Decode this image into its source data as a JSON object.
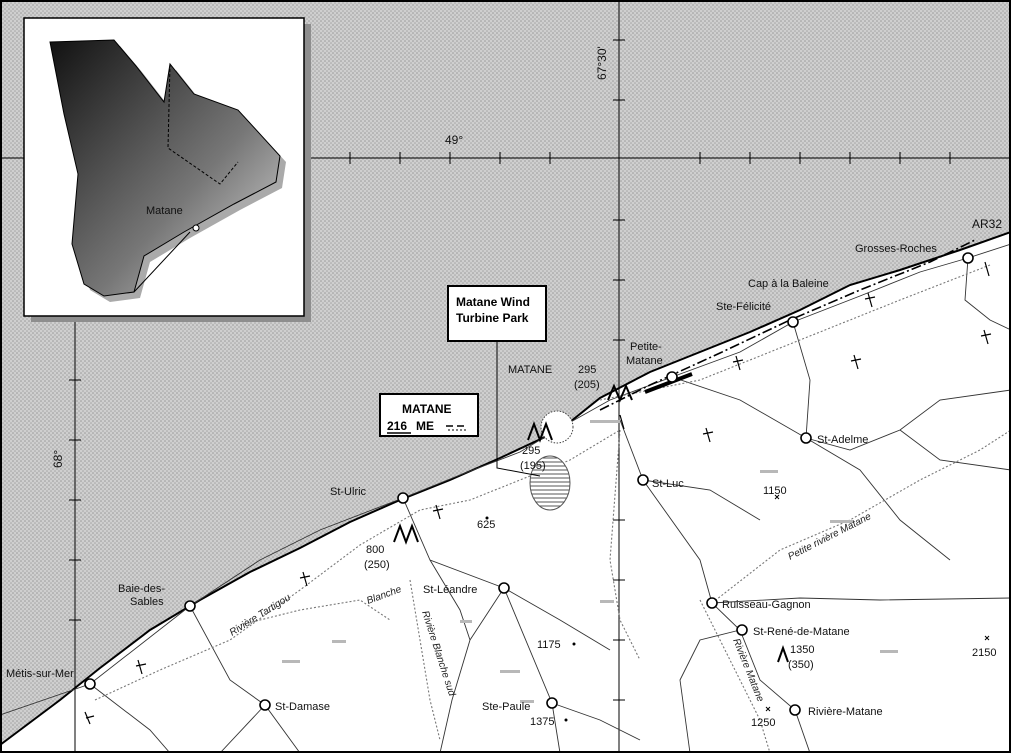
{
  "grid": {
    "lat_label": "49°",
    "lon_label_top": "67°30'",
    "lon_label_left": "68°"
  },
  "inset": {
    "label": "Matane"
  },
  "callouts": {
    "park_line1": "Matane Wind",
    "park_line2": "Turbine Park",
    "station_name": "MATANE",
    "station_number": "216",
    "station_code": "ME"
  },
  "places": {
    "matane_town": "MATANE",
    "petite_matane_1": "Petite-",
    "petite_matane_2": "Matane",
    "ste_felicite": "Ste-Félicité",
    "cap_baleine": "Cap à la Baleine",
    "grosses_roches": "Grosses-Roches",
    "st_adelme": "St-Adelme",
    "st_luc": "St-Luc",
    "st_ulric": "St-Ulric",
    "st_leandre": "St-Léandre",
    "baie_1": "Baie-des-",
    "baie_2": "Sables",
    "metis": "Métis-sur-Mer",
    "st_damase": "St-Damase",
    "ste_paule": "Ste-Paule",
    "ruisseau_gagnon": "Ruisseau-Gagnon",
    "st_rene": "St-René-de-Matane",
    "riviere_matane_town": "Rivière-Matane"
  },
  "route": {
    "label": "AR32"
  },
  "elevations": {
    "e295a": "295",
    "e205": "(205)",
    "e295b": "295",
    "e195": "(195)",
    "e625": "625",
    "e800": "800",
    "e250": "(250)",
    "e1150": "1150",
    "e1175": "1175",
    "e1375": "1375",
    "e1350": "1350",
    "e350": "(350)",
    "e1250": "1250",
    "e2150": "2150"
  },
  "rivers": {
    "tartigou": "Rivière Tartigou",
    "blanche": "Blanche",
    "blanche_sud": "Rivière Blanche sud",
    "petite_riv_matane": "Petite rivière Matane",
    "riv_matane": "Rivière Matane"
  }
}
